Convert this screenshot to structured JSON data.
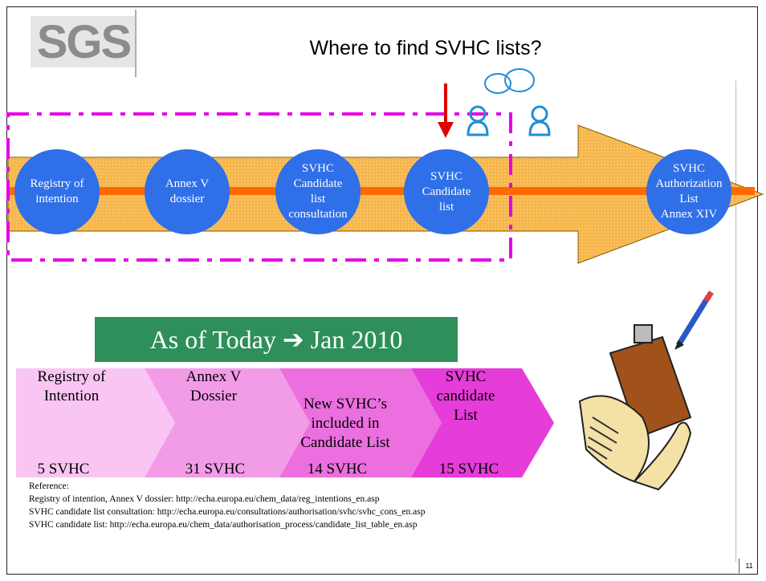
{
  "title": "Where to find SVHC lists?",
  "logo": "SGS",
  "process": [
    {
      "label": "Registry of\nintention"
    },
    {
      "label": "Annex V\ndossier"
    },
    {
      "label": "SVHC\nCandidate\nlist\nconsultation"
    },
    {
      "label": "SVHC\nCandidate\nlist"
    },
    {
      "label": "SVHC\nAuthorization\nList\nAnnex XIV"
    }
  ],
  "as_of": "As of Today ➔ Jan 2010",
  "stages": [
    {
      "label": "Registry of\nIntention",
      "count": "5 SVHC"
    },
    {
      "label": "Annex V\nDossier",
      "count": "31 SVHC"
    },
    {
      "label": "New SVHC’s\nincluded in\nCandidate List",
      "count": "14 SVHC"
    },
    {
      "label": "SVHC\ncandidate\nList",
      "count": "15 SVHC"
    }
  ],
  "references": [
    "Reference:",
    "Registry of intention, Annex V dossier: http://echa.europa.eu/chem_data/reg_intentions_en.asp",
    "SVHC candidate list consultation: http://echa.europa.eu/consultations/authorisation/svhc/svhc_cons_en.asp",
    "SVHC candidate list: http://echa.europa.eu/chem_data/authorisation_process/candidate_list_table_en.asp"
  ],
  "page_number": "11",
  "colors": {
    "circle": "#2f6fe8",
    "arrow": "#f7b64a",
    "highlight_box": "#e600e6",
    "today_bg": "#2e8f5a",
    "red_arrow": "#e00000"
  },
  "icons": [
    "sgs-logo",
    "red-down-arrow-icon",
    "people-chat-icon",
    "clipboard-pencil-clipart"
  ]
}
